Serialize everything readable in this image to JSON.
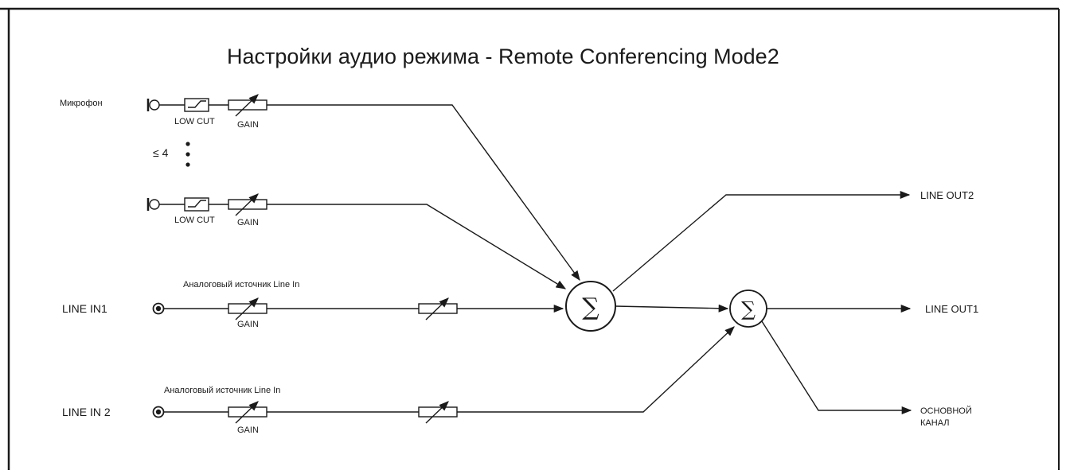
{
  "diagram": {
    "title": "Настройки аудио режима  - Remote Conferencing Mode2",
    "mic_label": "Микрофон",
    "mic_count": "≤ 4",
    "low_cut_label": "LOW CUT",
    "gain_label": "GAIN",
    "line_in1_label": "LINE IN1",
    "line_in2_label": "LINE IN 2",
    "analog_source_label": "Аналоговый источник Line In",
    "line_out2_label": "LINE OUT2",
    "line_out1_label": "LINE OUT1",
    "main_channel_line1": "ОСНОВНОЙ",
    "main_channel_line2": "КАНАЛ",
    "mixer_symbol": "∑"
  }
}
